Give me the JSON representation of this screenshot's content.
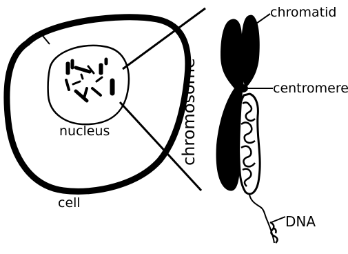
{
  "labels": {
    "cell": "cell",
    "nucleus": "nucleus",
    "chromosome": "chromosome",
    "chromatid": "chromatid",
    "centromere": "centromere",
    "dna": "DNA"
  },
  "colors": {
    "ink": "#000000",
    "background": "#ffffff"
  }
}
